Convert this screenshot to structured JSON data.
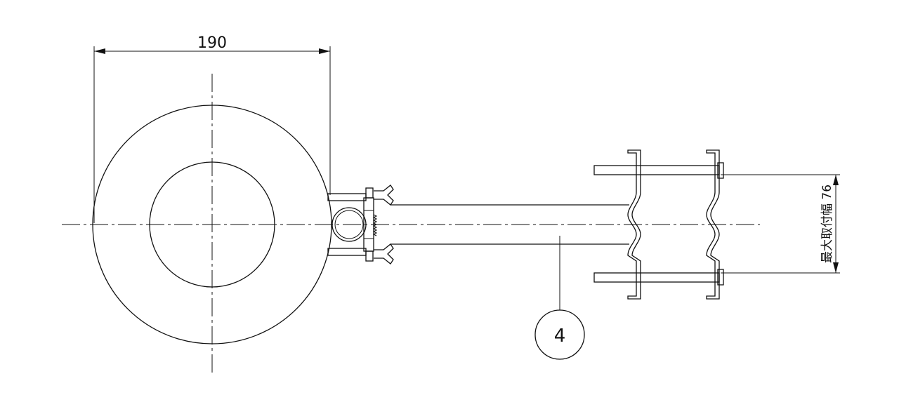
{
  "dimensions": {
    "width_label": "190",
    "max_mount_label": "最大取付幅 76"
  },
  "balloon": {
    "number": "4"
  },
  "colors": {
    "line": "#111111",
    "background": "#ffffff"
  }
}
